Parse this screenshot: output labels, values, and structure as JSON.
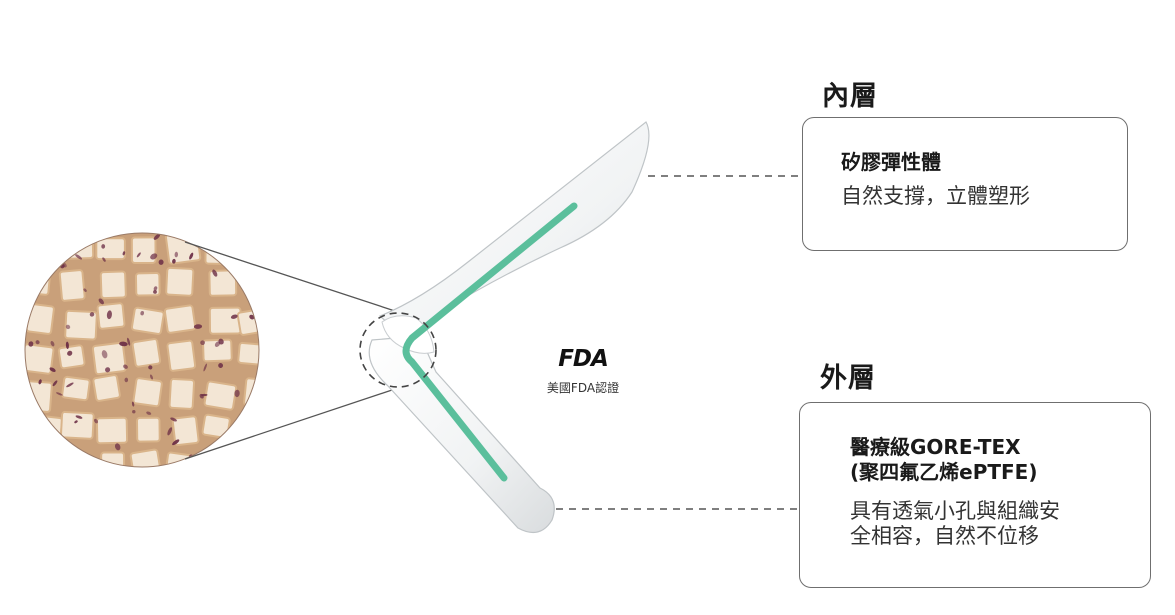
{
  "inner_layer": {
    "heading": "內層",
    "title": "矽膠彈性體",
    "description": "自然支撐，立體塑形"
  },
  "outer_layer": {
    "heading": "外層",
    "title_lines": [
      "醫療級GORE-TEX",
      "(聚四氟乙烯ePTFE)"
    ],
    "description_lines": [
      "具有透氣小孔與組織安",
      "全相容，自然不位移"
    ]
  },
  "fda": {
    "logo_text": "FDA",
    "caption": "美國FDA認證"
  },
  "colors": {
    "implant_accent": "#5bbf9c",
    "connector_line": "#555555",
    "tissue_base": "#d9b48a",
    "tissue_cell_stain": "#6b2d45"
  }
}
